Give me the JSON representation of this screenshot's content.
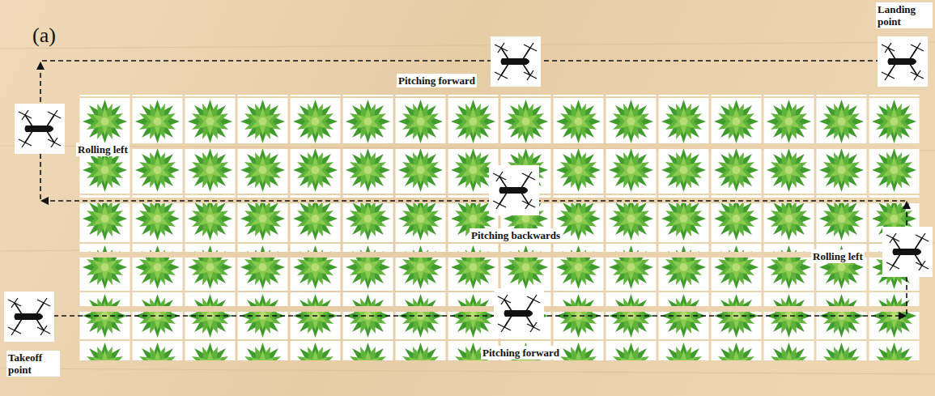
{
  "diagram": {
    "labels": [
      "(a)",
      "Landing point",
      "Pitching forward",
      "Rolling left",
      "Pitching backwards",
      "Rolling left",
      "Pitching forward",
      "Takeoff point"
    ]
  }
}
